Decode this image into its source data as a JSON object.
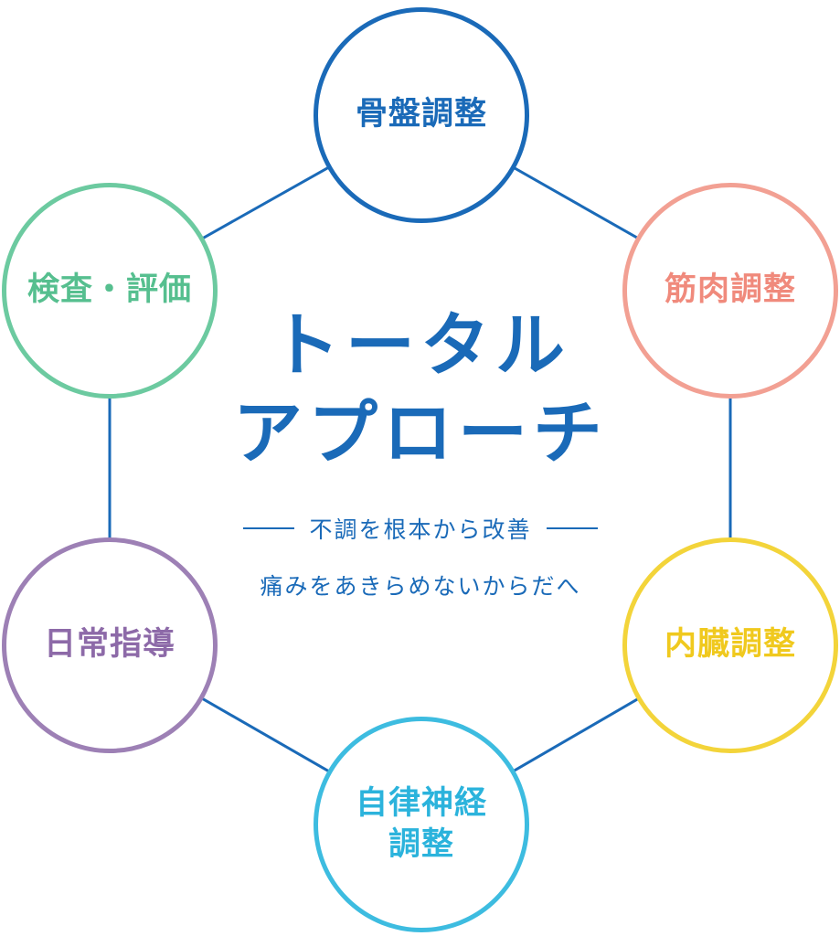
{
  "colors": {
    "primary": "#1a6ab8",
    "pelvis": "#1a6ab8",
    "muscle": "#f08a7c",
    "visceral": "#f0c91e",
    "autonomic": "#2bb3dc",
    "daily": "#8d6aa8",
    "exam": "#56bf8f"
  },
  "center": {
    "title_line1": "トータル",
    "title_line2": "アプローチ",
    "subtitle": "不調を根本から改善",
    "tagline": "痛みをあきらめないからだへ"
  },
  "nodes": {
    "top": {
      "label": "骨盤調整"
    },
    "upper_right": {
      "label": "筋肉調整"
    },
    "lower_right": {
      "label": "内臓調整"
    },
    "bottom": {
      "label": "自律神経\n調整"
    },
    "lower_left": {
      "label": "日常指導"
    },
    "upper_left": {
      "label": "検査・評価"
    }
  }
}
